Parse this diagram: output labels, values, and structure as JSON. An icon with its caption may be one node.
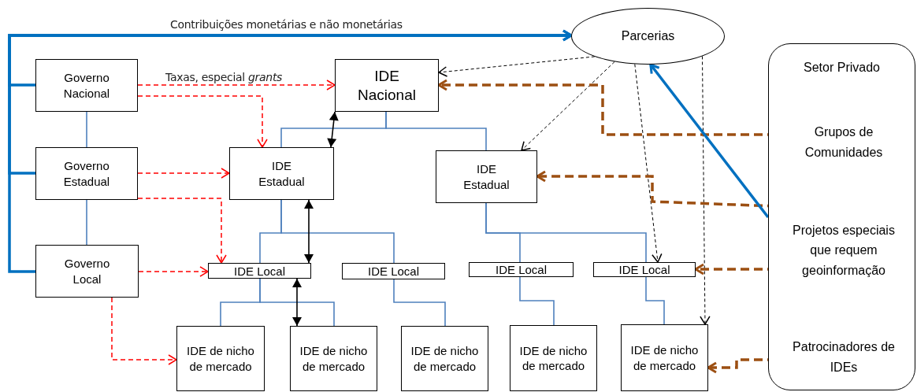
{
  "diagram": {
    "nodes": [
      {
        "text": [
          "Parcerias"
        ]
      },
      {
        "text": [
          "Governo Nacional"
        ]
      },
      {
        "text": [
          "IDE Nacional"
        ]
      },
      {
        "text": [
          "Setor Privado"
        ]
      },
      {
        "text": [
          "Grupos de Comunidades"
        ],
        "in": 3
      },
      {
        "text": [
          "Governo Estadual"
        ]
      },
      {
        "text": [
          "IDE Estadual"
        ]
      },
      {
        "text": [
          "IDE Estadual"
        ]
      },
      {
        "text": [
          "Projetos especiais que requem geoinformação"
        ],
        "in": 3
      },
      {
        "text": [
          "Governo Local"
        ]
      },
      {
        "text": [
          "IDE Local"
        ]
      },
      {
        "text": [
          "IDE Local"
        ]
      },
      {
        "text": [
          "IDE Local"
        ]
      },
      {
        "text": [
          "IDE Local"
        ]
      },
      {
        "text": [
          "IDE de nicho de mercado"
        ]
      },
      {
        "text": [
          "IDE de nicho de mercado"
        ]
      },
      {
        "text": [
          "IDE de nicho de mercado"
        ]
      },
      {
        "text": [
          "IDE de nicho de mercado"
        ]
      },
      {
        "text": [
          "IDE de nicho de mercado"
        ]
      },
      {
        "text": [
          "Patrocinadores de IDEs"
        ],
        "in": 3
      }
    ],
    "edges": [
      {
        "from": 1,
        "to": 0,
        "arrow": "to",
        "label": "Contribuições monetárias e não monetárias",
        "style": "thick",
        "color": "#0070c0"
      },
      {
        "from": 5,
        "to": 0,
        "arrow": "to",
        "style": "thick",
        "color": "#0070c0"
      },
      {
        "from": 9,
        "to": 0,
        "arrow": "to",
        "style": "thick",
        "color": "#0070c0"
      },
      {
        "from": 1,
        "to": 2,
        "arrow": "to",
        "label": "Taxas, especial *grants*",
        "style": "dashed",
        "color": "#ff0000"
      },
      {
        "from": 1,
        "to": 6,
        "arrow": "to",
        "style": "dashed",
        "color": "#ff0000"
      },
      {
        "from": 5,
        "to": 6,
        "arrow": "to",
        "style": "dashed",
        "color": "#ff0000"
      },
      {
        "from": 5,
        "to": 10,
        "arrow": "to",
        "style": "dashed",
        "color": "#ff0000"
      },
      {
        "from": 9,
        "to": 10,
        "arrow": "to",
        "style": "dashed",
        "color": "#ff0000"
      },
      {
        "from": 9,
        "to": 14,
        "arrow": "to",
        "style": "dashed",
        "color": "#ff0000"
      },
      {
        "from": 1,
        "to": 5,
        "arrow": "none"
      },
      {
        "from": 5,
        "to": 9,
        "arrow": "none"
      },
      {
        "from": 2,
        "to": 6,
        "arrow": "none"
      },
      {
        "from": 2,
        "to": 7,
        "arrow": "none"
      },
      {
        "from": 6,
        "to": 10,
        "arrow": "none"
      },
      {
        "from": 6,
        "to": 11,
        "arrow": "none"
      },
      {
        "from": 7,
        "to": 12,
        "arrow": "none"
      },
      {
        "from": 7,
        "to": 13,
        "arrow": "none"
      },
      {
        "from": 10,
        "to": 14,
        "arrow": "none"
      },
      {
        "from": 10,
        "to": 15,
        "arrow": "none"
      },
      {
        "from": 11,
        "to": 16,
        "arrow": "none"
      },
      {
        "from": 12,
        "to": 17,
        "arrow": "none"
      },
      {
        "from": 13,
        "to": 18,
        "arrow": "none"
      },
      {
        "from": 2,
        "to": 6,
        "arrow": "both",
        "color": "#000000"
      },
      {
        "from": 6,
        "to": 10,
        "arrow": "both",
        "color": "#000000"
      },
      {
        "from": 10,
        "to": 15,
        "arrow": "both",
        "color": "#000000"
      },
      {
        "from": 0,
        "to": 2,
        "arrow": "to",
        "style": "dashed",
        "color": "#000000"
      },
      {
        "from": 0,
        "to": 7,
        "arrow": "to",
        "style": "dashed",
        "color": "#000000"
      },
      {
        "from": 0,
        "to": 13,
        "arrow": "to",
        "style": "dashed",
        "color": "#000000"
      },
      {
        "from": 0,
        "to": 18,
        "arrow": "to",
        "style": "dashed",
        "color": "#000000"
      },
      {
        "from": 4,
        "to": 2,
        "arrow": "to",
        "style": "dashed",
        "color": "#9c4f12"
      },
      {
        "from": 8,
        "to": 7,
        "arrow": "to",
        "style": "dashed",
        "color": "#9c4f12"
      },
      {
        "from": 8,
        "to": 13,
        "arrow": "to",
        "style": "dashed",
        "color": "#9c4f12"
      },
      {
        "from": 19,
        "to": 18,
        "arrow": "to",
        "style": "dashed",
        "color": "#9c4f12"
      },
      {
        "from": 3,
        "to": 0,
        "arrow": "to",
        "style": "thick",
        "color": "#0070c0"
      }
    ]
  }
}
